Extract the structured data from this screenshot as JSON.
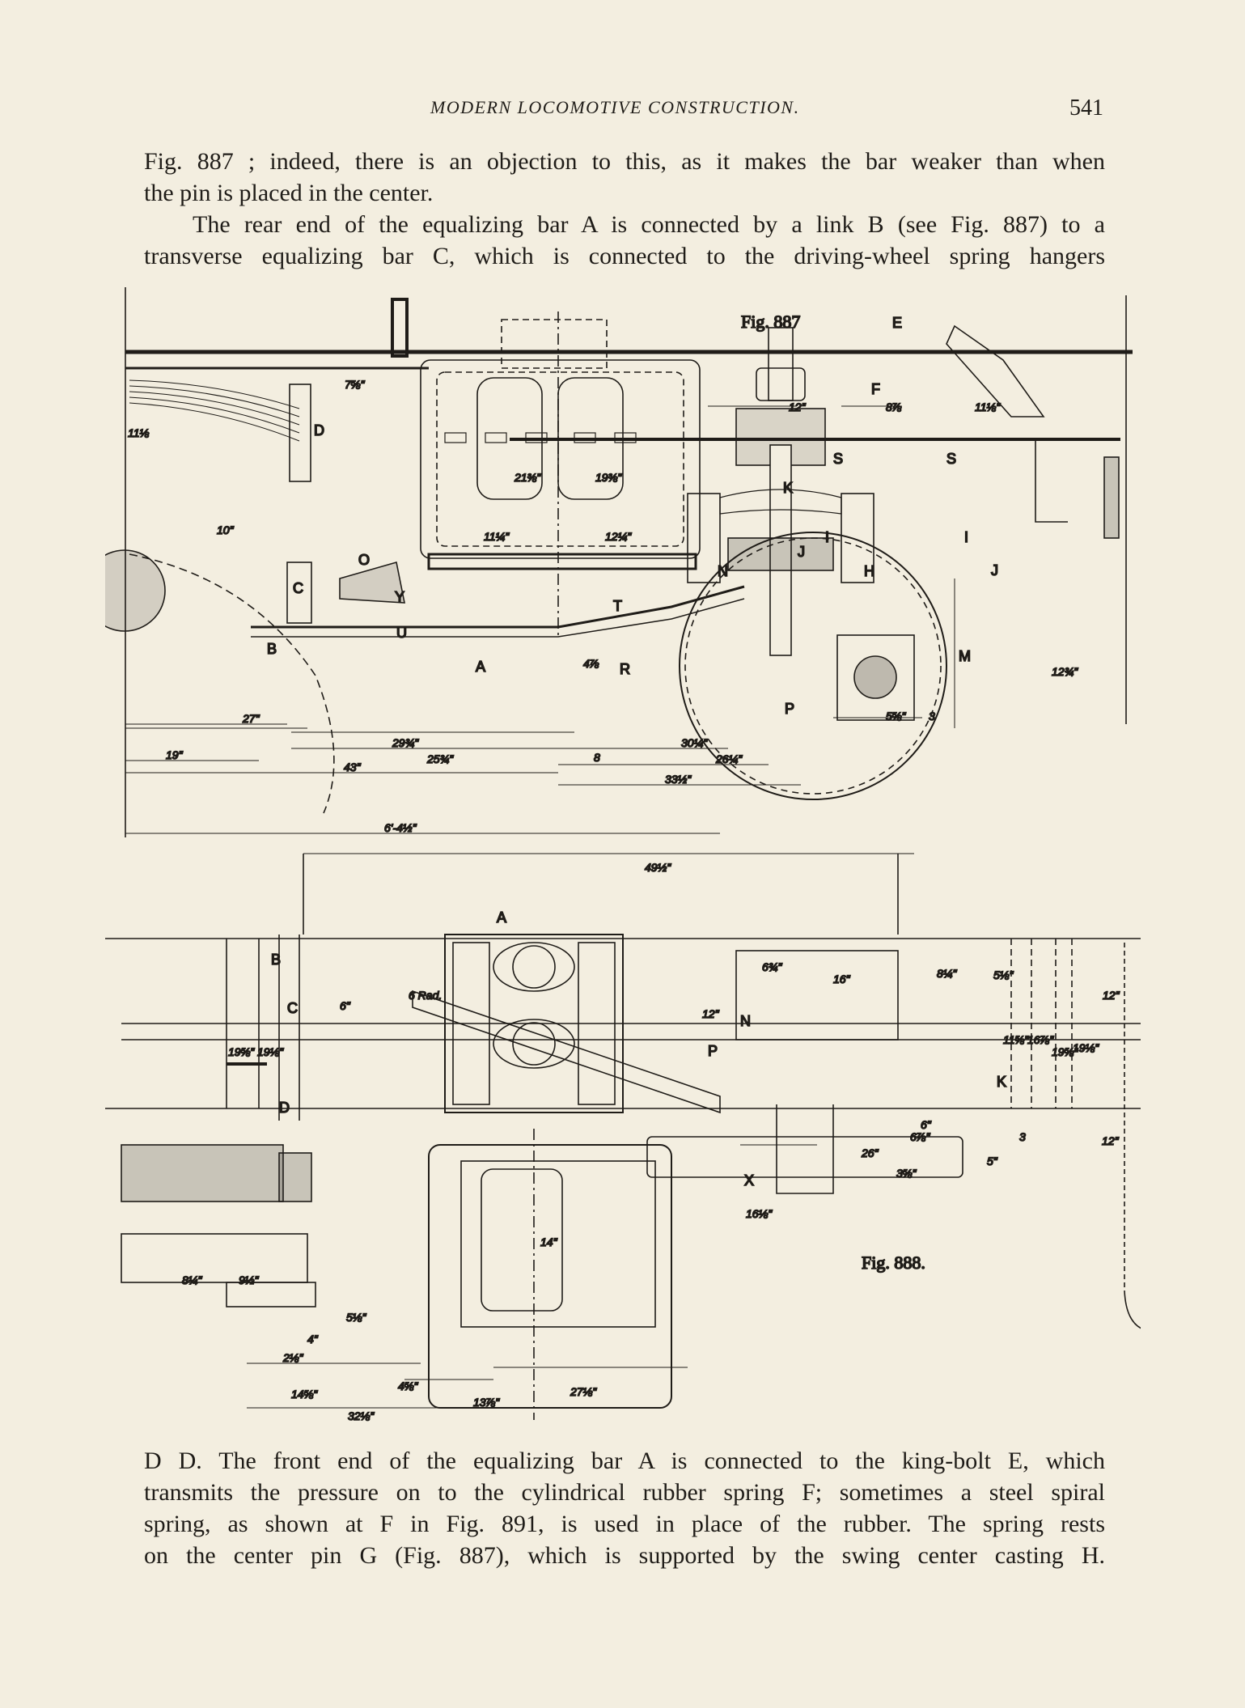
{
  "header": {
    "running_title": "MODERN LOCOMOTIVE CONSTRUCTION.",
    "page_number": "541"
  },
  "text_top": {
    "line1": "Fig. 887 ; indeed, there is an objection to this, as it makes the bar weaker than when",
    "line2": "the pin is placed in the center.",
    "line3": "The rear end of the equalizing bar A is connected by a link B (see Fig. 887) to a",
    "line4": "transverse equalizing bar C, which is connected to the driving-wheel spring hangers"
  },
  "figure_887": {
    "caption": "Fig. 887",
    "letters": [
      "E",
      "F",
      "S",
      "S",
      "K",
      "J",
      "J",
      "H",
      "I",
      "I",
      "N",
      "M",
      "P",
      "T",
      "R",
      "A",
      "D",
      "O",
      "C",
      "Y",
      "U",
      "B"
    ],
    "dims": [
      "12\"",
      "8⅞",
      "11⅛\"",
      "11⅛",
      "7⅝\"",
      "21⅜\"",
      "19⅜\"",
      "11¼\"",
      "12¼\"",
      "10\"",
      "4⅞",
      "5⅝\"",
      "3",
      "12¾\"",
      "27\"",
      "19\"",
      "29¾\"",
      "25¾\"",
      "43\"",
      "8",
      "30¼\"",
      "26¼\"",
      "33½\"",
      "6'-4½\""
    ]
  },
  "figure_888": {
    "caption": "Fig. 888.",
    "letters": [
      "A",
      "B",
      "C",
      "D",
      "N",
      "P",
      "K",
      "X"
    ],
    "dims": [
      "49½\"",
      "6\"",
      "6 Rad.",
      "6¾\"",
      "12\"",
      "19⅝\"",
      "19⅛\"",
      "8¼\"",
      "16\"",
      "5⅛\"",
      "11⅝\"",
      "16⅞\"",
      "19⅝\"",
      "19⅛\"",
      "12\"",
      "12\"",
      "26\"",
      "5\"",
      "3⅝\"",
      "16⅛\"",
      "14\"",
      "8¼\"",
      "9½\"",
      "5⅛\"",
      "4\"",
      "2⅛\"",
      "14⅝\"",
      "4⅝\"",
      "13⅞\"",
      "27⅛\"",
      "32⅛\"",
      "6⅞\"",
      "6\"",
      "3"
    ]
  },
  "text_bottom": {
    "line1": "D D. The front end of the equalizing bar A is connected to the king-bolt E, which",
    "line2": "transmits the pressure on to the cylindrical rubber spring F; sometimes a steel spiral",
    "line3": "spring, as shown at F in Fig. 891, is used in place of the rubber. The spring rests",
    "line4": "on the center pin G (Fig. 887), which is supported by the swing center casting H."
  }
}
